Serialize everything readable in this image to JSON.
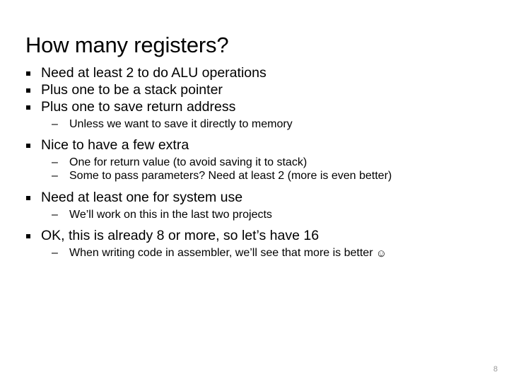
{
  "slide": {
    "title": "How many registers?",
    "page_number": "8",
    "bullet_glyph_level1": "square-bullet",
    "bullet_glyph_level2": "en-dash",
    "colors": {
      "text": "#000000",
      "background": "#ffffff",
      "page_number": "#9a9a9a"
    },
    "content": [
      {
        "level": 1,
        "text": "Need at least 2 to do ALU operations"
      },
      {
        "level": 1,
        "text": "Plus one to be a stack pointer"
      },
      {
        "level": 1,
        "text": "Plus one to save return address"
      },
      {
        "level": 2,
        "text": "Unless we want to save it directly to memory"
      },
      {
        "level": 1,
        "text": "Nice to have a few extra"
      },
      {
        "level": 2,
        "text": "One for return value (to avoid saving it to stack)"
      },
      {
        "level": 2,
        "text": "Some to pass parameters? Need at least 2 (more is even better)"
      },
      {
        "level": 1,
        "text": "Need at least one for system use"
      },
      {
        "level": 2,
        "text": "We’ll work on this in the last two projects"
      },
      {
        "level": 1,
        "text": "OK, this is already 8 or more, so let’s have 16"
      },
      {
        "level": 2,
        "text": "When writing code in assembler, we’ll see that more is better",
        "trailing_glyph": "☺"
      }
    ]
  }
}
